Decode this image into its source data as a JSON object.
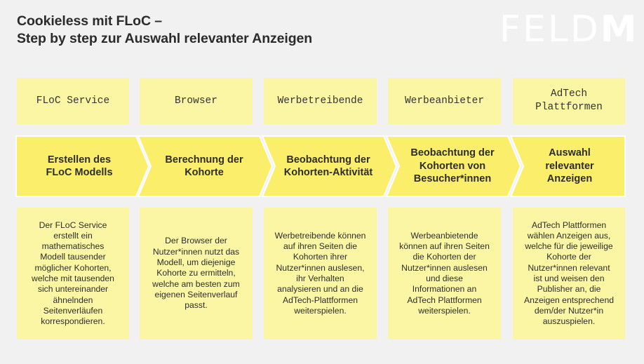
{
  "title": {
    "line1": "Cookieless mit FLoC –",
    "line2": "Step by step zur Auswahl relevanter Anzeigen"
  },
  "logo": {
    "thin": "FELD",
    "bold": "M"
  },
  "colors": {
    "background": "#f1f1f1",
    "header_box": "#fbf6a4",
    "arrow": "#fbee6a",
    "arrow_border": "#ffffff",
    "desc_box": "#fbf6a4"
  },
  "columns": [
    {
      "header": "FLoC Service",
      "step": "Erstellen des\nFLoC Modells",
      "description": "Der FLoC Service\nerstellt ein\nmathematisches\nModell tausender\nmöglicher Kohorten,\nwelche mit tausenden\nsich untereinander\nähnelnden\nSeitenverläufen\nkorrespondieren."
    },
    {
      "header": "Browser",
      "step": "Berechnung der\nKohorte",
      "description": "Der Browser der\nNutzer*innen nutzt das\nModell, um diejenige\nKohorte zu ermitteln,\nwelche am besten zum\neigenen Seitenverlauf\npasst."
    },
    {
      "header": "Werbetreibende",
      "step": "Beobachtung der\nKohorten-Aktivität",
      "description": "Werbetreibende können\nauf ihren Seiten die\nKohorten ihrer\nNutzer*innen auslesen,\nihr Verhalten\nanalysieren und an die\nAdTech-Plattformen\nweiterspielen."
    },
    {
      "header": "Werbeanbieter",
      "step": "Beobachtung der\nKohorten von\nBesucher*innen",
      "description": "Werbeanbietende\nkönnen auf ihren Seiten\ndie Kohorten der\nNutzer*innen auslesen\nund diese\nInformationen an\nAdTech Plattformen\nweiterspielen."
    },
    {
      "header": "AdTech\nPlattformen",
      "step": "Auswahl\nrelevanter\nAnzeigen",
      "description": "AdTech Plattformen\nwählen Anzeigen aus,\nwelche für die jeweilige\nKohorte der\nNutzer*innen relevant\nist und weisen den\nPublisher an, die\nAnzeigen entsprechend\ndem/der Nutzer*in\nauszuspielen."
    }
  ]
}
